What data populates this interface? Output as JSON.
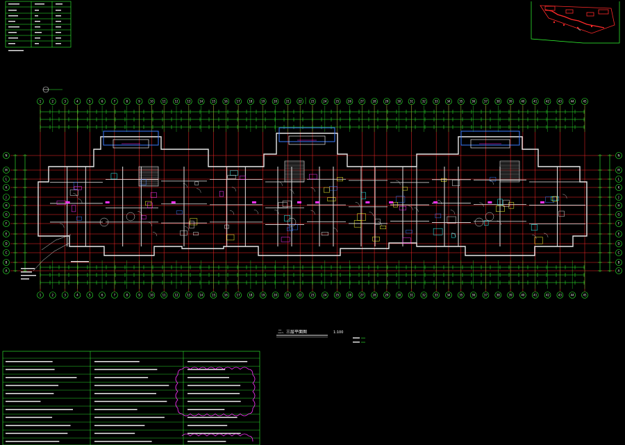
{
  "drawing": {
    "title": "二、三层平面图",
    "scale": "1:100"
  },
  "colors": {
    "background": "#000000",
    "grid": "#ff2a2a",
    "dim": "#33ff33",
    "wall": "#e8e8e8",
    "accent": "#ff33ff",
    "blue": "#3a7bff",
    "yellow": "#ffff33",
    "cyan": "#33ffff"
  },
  "axis_labels": {
    "columns": [
      "1",
      "2",
      "3",
      "4",
      "5",
      "6",
      "7",
      "8",
      "9",
      "10",
      "11",
      "12",
      "13",
      "14",
      "15",
      "16",
      "17",
      "18",
      "19",
      "20",
      "21",
      "22",
      "23",
      "24",
      "25",
      "26",
      "27",
      "28",
      "29",
      "30",
      "31",
      "32",
      "33",
      "34",
      "35",
      "36",
      "37",
      "38",
      "39",
      "40",
      "41",
      "42",
      "43",
      "44",
      "45"
    ],
    "rows": [
      "N",
      "M",
      "L",
      "K",
      "J",
      "H",
      "G",
      "F",
      "E",
      "D",
      "C",
      "B",
      "A"
    ]
  }
}
